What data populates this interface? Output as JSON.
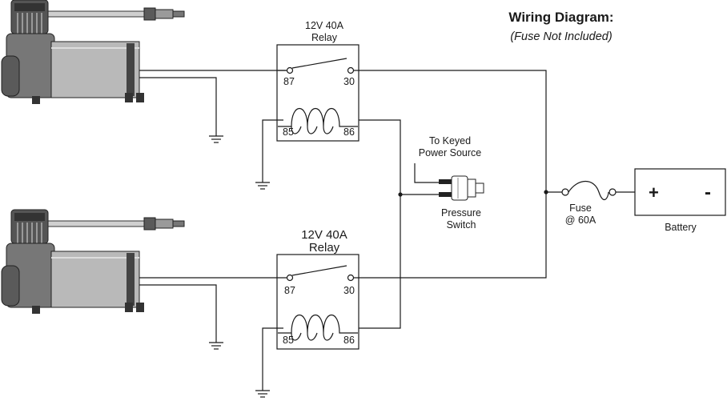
{
  "title": "Wiring Diagram:",
  "subtitle": "(Fuse Not Included)",
  "relay1": {
    "rating": "12V  40A",
    "name": "Relay",
    "pin87": "87",
    "pin30": "30",
    "pin85": "85",
    "pin86": "86"
  },
  "relay2": {
    "rating": "12V  40A",
    "name": "Relay",
    "pin87": "87",
    "pin30": "30",
    "pin85": "85",
    "pin86": "86"
  },
  "keyed": {
    "line1": "To Keyed",
    "line2": "Power Source"
  },
  "pressure_switch": {
    "line1": "Pressure",
    "line2": "Switch"
  },
  "fuse": {
    "line1": "Fuse",
    "line2": "@ 60A"
  },
  "battery": {
    "label": "Battery",
    "plus": "+",
    "minus": "-"
  },
  "colors": {
    "line": "#1a1a1a",
    "compressor_body": "#bdbdbd",
    "compressor_dark": "#4a4a4a"
  }
}
